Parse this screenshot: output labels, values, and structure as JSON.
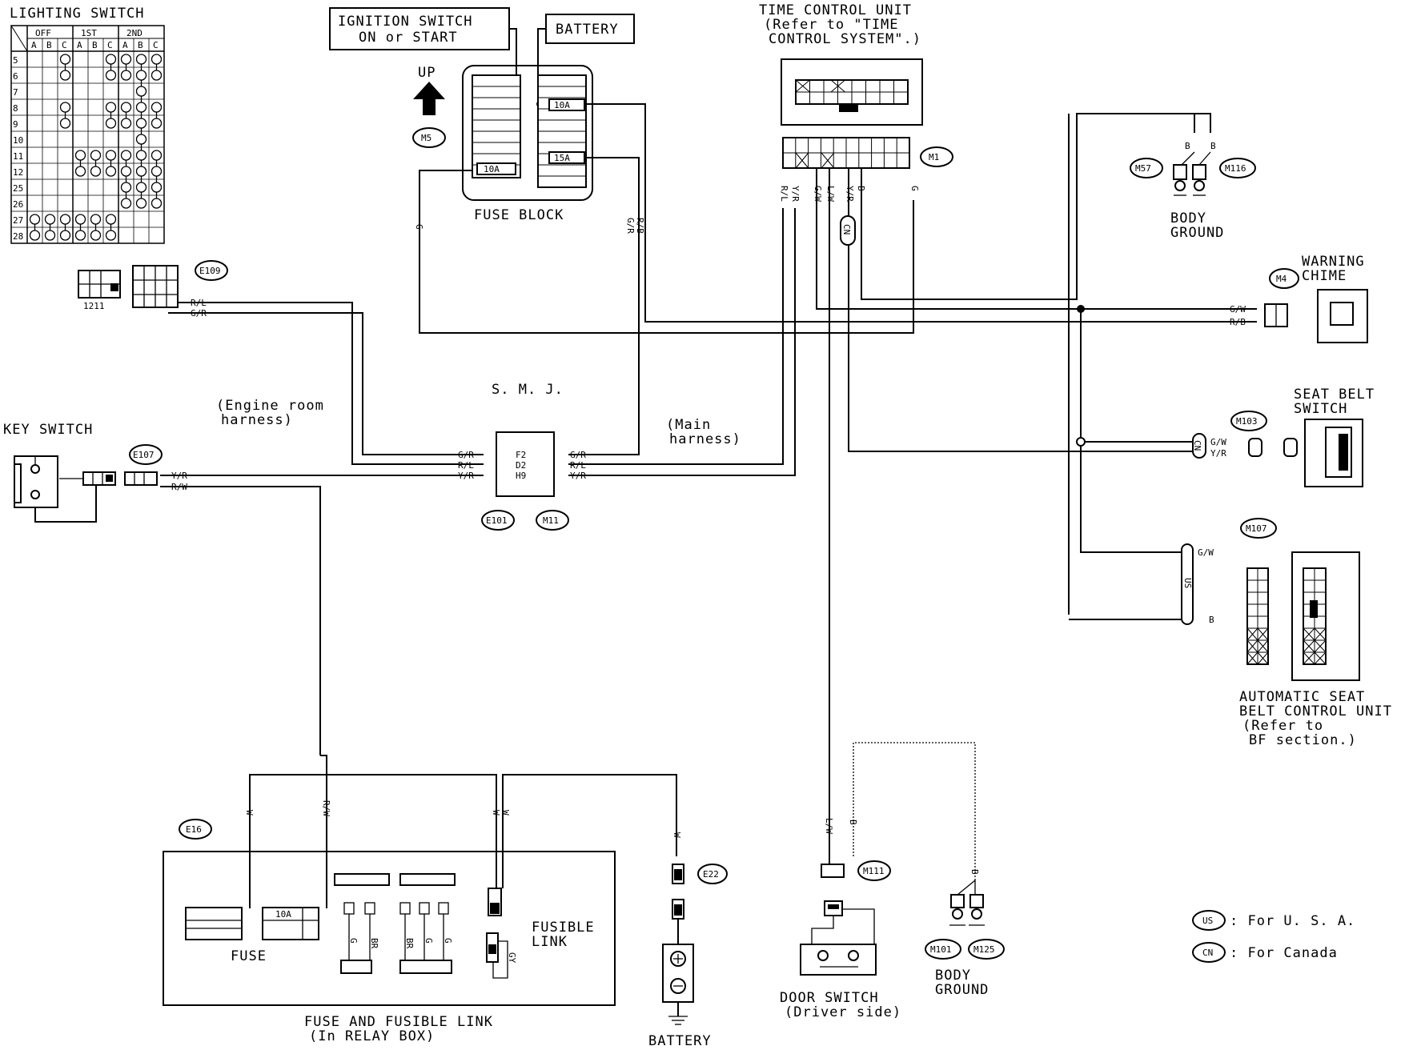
{
  "components": {
    "lighting_switch": "LIGHTING SWITCH",
    "ignition_switch": [
      "IGNITION SWITCH",
      "ON or START"
    ],
    "battery_top": "BATTERY",
    "up": "UP",
    "fuse_block": "FUSE BLOCK",
    "time_control_unit": [
      "TIME CONTROL UNIT",
      "(Refer to \"TIME",
      "CONTROL SYSTEM\".)"
    ],
    "body_ground_top": [
      "BODY",
      "GROUND"
    ],
    "warning_chime": [
      "WARNING",
      "CHIME"
    ],
    "seat_belt_switch": [
      "SEAT BELT",
      "SWITCH"
    ],
    "key_switch": "KEY SWITCH",
    "smj": "S. M. J.",
    "engine_room_harness": [
      "(Engine room",
      "harness)"
    ],
    "main_harness": [
      "(Main",
      "harness)"
    ],
    "auto_seat_belt": [
      "AUTOMATIC SEAT",
      "BELT CONTROL UNIT",
      "(Refer to",
      "BF section.)"
    ],
    "fuse": "FUSE",
    "fusible_link": [
      "FUSIBLE",
      "LINK"
    ],
    "fuse_and_fusible_link": [
      "FUSE AND FUSIBLE LINK",
      "(In RELAY BOX)"
    ],
    "battery_bottom": "BATTERY",
    "door_switch": [
      "DOOR SWITCH",
      "(Driver side)"
    ],
    "body_ground_bottom": [
      "BODY",
      "GROUND"
    ]
  },
  "connectors": {
    "m5": "M5",
    "m1": "M1",
    "m57": "M57",
    "m116": "M116",
    "m4": "M4",
    "m103": "M103",
    "m107": "M107",
    "e109": "E109",
    "e107": "E107",
    "e101": "E101",
    "m11": "M11",
    "e16": "E16",
    "e22": "E22",
    "m111": "M111",
    "m101": "M101",
    "m125": "M125"
  },
  "fuses": {
    "fb_left": "10A",
    "fb_right_top": "10A",
    "fb_right_bottom": "15A",
    "relay_box": "10A"
  },
  "wire_colors": {
    "g": "G",
    "rb": "R/B",
    "gr": "G/R",
    "rl": "R/L",
    "yr": "Y/R",
    "gw": "G/W",
    "lw": "L/W",
    "b": "B",
    "rw": "R/W",
    "w": "W",
    "br": "BR",
    "gy": "GY",
    "cn": "CN",
    "us": "US"
  },
  "smj_pins": [
    "F2",
    "D2",
    "H9"
  ],
  "lighting_switch_table": {
    "positions": [
      "OFF",
      "1ST",
      "2ND"
    ],
    "columns": [
      "A",
      "B",
      "C",
      "A",
      "B",
      "C",
      "A",
      "B",
      "C"
    ],
    "rows": [
      "5",
      "6",
      "7",
      "8",
      "9",
      "10",
      "11",
      "12",
      "25",
      "26",
      "27",
      "28"
    ],
    "circles": [
      [
        2,
        5,
        6,
        7,
        8
      ],
      [
        2,
        5,
        6,
        7,
        8
      ],
      [
        7
      ],
      [
        2,
        5,
        6,
        7,
        8
      ],
      [
        2,
        5,
        6,
        7,
        8
      ],
      [
        7
      ],
      [
        3,
        4,
        5,
        6,
        7,
        8
      ],
      [
        3,
        4,
        5,
        6,
        7,
        8
      ],
      [
        6,
        7,
        8
      ],
      [
        6,
        7,
        8
      ],
      [
        0,
        1,
        2,
        3,
        4,
        5
      ],
      [
        0,
        1,
        2,
        3,
        4,
        5
      ]
    ],
    "pin_label": "1211"
  },
  "legend": [
    {
      "code": "US",
      "text": ": For U. S. A."
    },
    {
      "code": "CN",
      "text": ": For Canada"
    }
  ]
}
